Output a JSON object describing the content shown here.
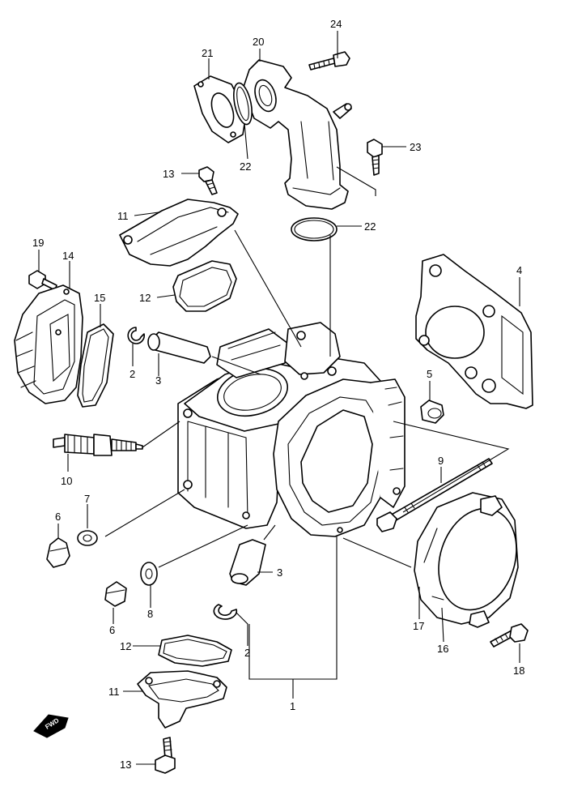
{
  "diagram": {
    "direction_marker": "FWD",
    "callouts": [
      {
        "id": "c24",
        "label": "24"
      },
      {
        "id": "c20",
        "label": "20"
      },
      {
        "id": "c21",
        "label": "21"
      },
      {
        "id": "c22a",
        "label": "22"
      },
      {
        "id": "c23",
        "label": "23"
      },
      {
        "id": "c13a",
        "label": "13"
      },
      {
        "id": "c11a",
        "label": "11"
      },
      {
        "id": "c22b",
        "label": "22"
      },
      {
        "id": "c19",
        "label": "19"
      },
      {
        "id": "c14",
        "label": "14"
      },
      {
        "id": "c4",
        "label": "4"
      },
      {
        "id": "c15",
        "label": "15"
      },
      {
        "id": "c12a",
        "label": "12"
      },
      {
        "id": "c2a",
        "label": "2"
      },
      {
        "id": "c3a",
        "label": "3"
      },
      {
        "id": "c5",
        "label": "5"
      },
      {
        "id": "c9",
        "label": "9"
      },
      {
        "id": "c10",
        "label": "10"
      },
      {
        "id": "c7",
        "label": "7"
      },
      {
        "id": "c6a",
        "label": "6"
      },
      {
        "id": "c3b",
        "label": "3"
      },
      {
        "id": "c8",
        "label": "8"
      },
      {
        "id": "c6b",
        "label": "6"
      },
      {
        "id": "c2b",
        "label": "2"
      },
      {
        "id": "c17",
        "label": "17"
      },
      {
        "id": "c16",
        "label": "16"
      },
      {
        "id": "c12b",
        "label": "12"
      },
      {
        "id": "c18",
        "label": "18"
      },
      {
        "id": "c11b",
        "label": "11"
      },
      {
        "id": "c1",
        "label": "1"
      },
      {
        "id": "c13b",
        "label": "13"
      }
    ]
  }
}
